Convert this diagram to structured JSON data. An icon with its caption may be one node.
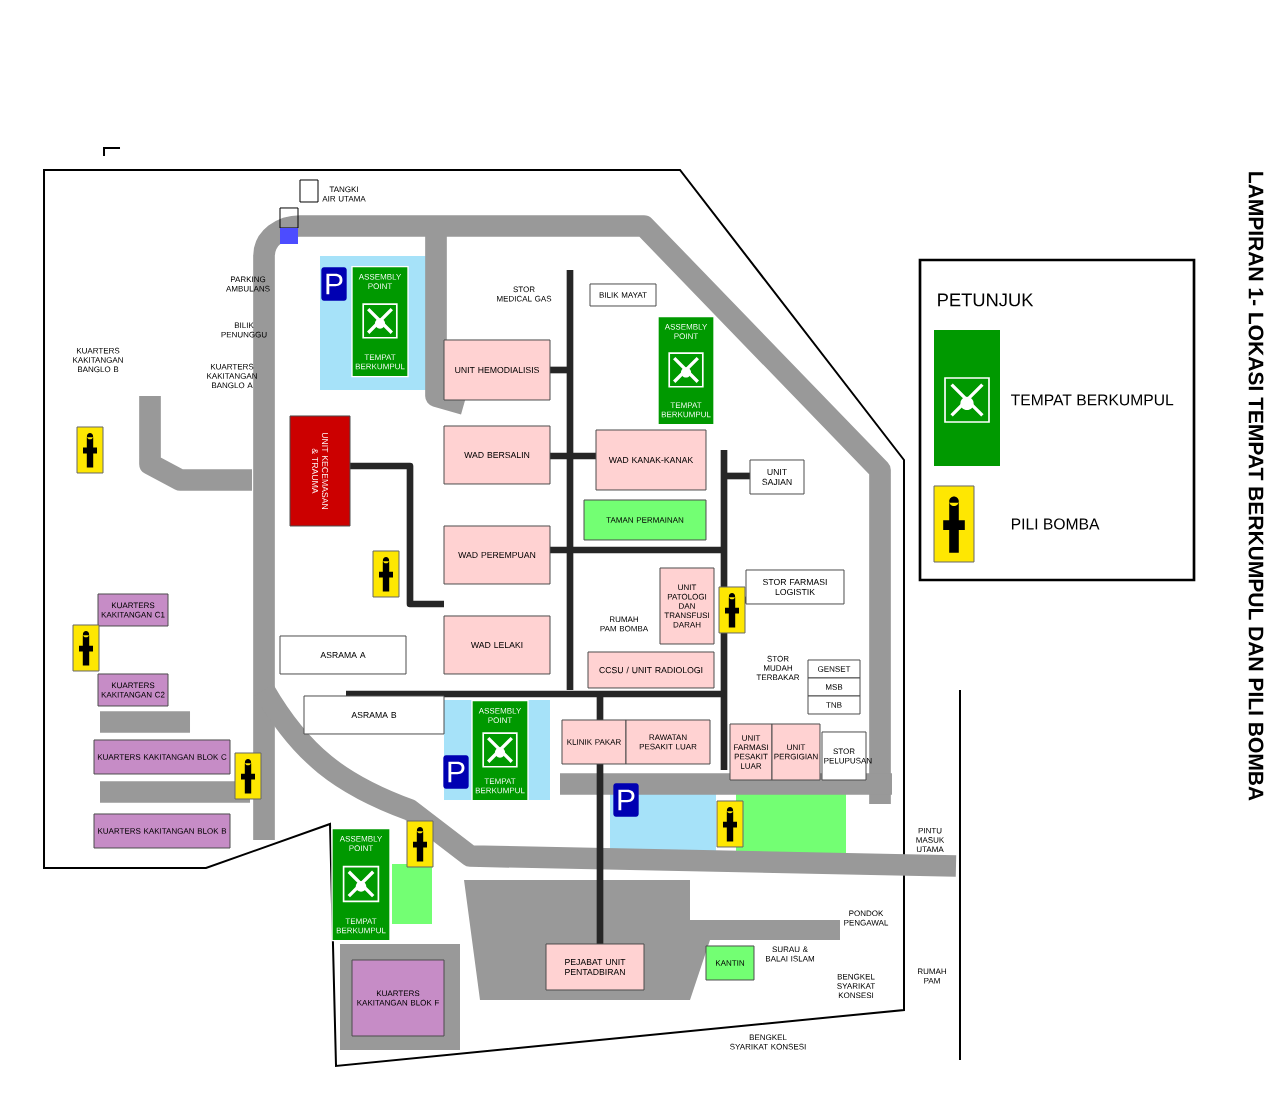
{
  "diagram": {
    "title": "LAMPIRAN 1- LOKASI TEMPAT BERKUMPUL DAN PILI BOMBA",
    "nodes": [
      {
        "text": [
          "ASSEMBLY POINT",
          "TEMPAT BERKUMPUL"
        ]
      },
      {
        "text": [
          "BILIK MAYAT"
        ]
      },
      {
        "text": [
          "UNIT HEMODIALISIS"
        ]
      },
      {
        "text": [
          "ASSEMBLY POINT",
          "TEMPAT BERKUMPUL"
        ]
      },
      {
        "text": [
          "UNIT KECEMASAN & TRAUMA"
        ]
      },
      {
        "text": [
          "WAD BERSALIN"
        ]
      },
      {
        "text": [
          "WAD KANAK-KANAK"
        ]
      },
      {
        "text": [
          "UNIT SAJIAN"
        ]
      },
      {
        "text": [
          "TAMAN PERMAINAN"
        ]
      },
      {
        "text": [
          "WAD PEREMPUAN"
        ]
      },
      {
        "text": [
          "STOR FARMASI LOGISTIK"
        ]
      },
      {
        "text": [
          "UNIT PATOLOGI DAN TRANSFUSI DARAH"
        ]
      },
      {
        "text": [
          "WAD LELAKI"
        ]
      },
      {
        "text": [
          "ASRAMA A"
        ]
      },
      {
        "text": [
          "CCSU / UNIT RADIOLOGI"
        ]
      },
      {
        "text": [
          "GENSET"
        ]
      },
      {
        "text": [
          "MSB"
        ]
      },
      {
        "text": [
          "TNB"
        ]
      },
      {
        "text": [
          "ASRAMA B"
        ]
      },
      {
        "text": [
          "ASSEMBLY POINT",
          "TEMPAT BERKUMPUL"
        ]
      },
      {
        "text": [
          "KLINIK PAKAR"
        ]
      },
      {
        "text": [
          "RAWATAN PESAKIT LUAR"
        ]
      },
      {
        "text": [
          "UNIT FARMASI PESAKIT LUAR"
        ]
      },
      {
        "text": [
          "UNIT PERGIGIAN"
        ]
      },
      {
        "text": [
          "STOR PELUPUSAN"
        ]
      },
      {
        "text": [
          "KUARTERS KAKITANGAN C1"
        ]
      },
      {
        "text": [
          "KUARTERS KAKITANGAN C2"
        ]
      },
      {
        "text": [
          "KUARTERS KAKITANGAN BLOK C"
        ]
      },
      {
        "text": [
          "KUARTERS KAKITANGAN BLOK B"
        ]
      },
      {
        "text": [
          "ASSEMBLY POINT",
          "TEMPAT BERKUMPUL"
        ]
      },
      {
        "text": [
          "PEJABAT UNIT PENTADBIRAN"
        ]
      },
      {
        "text": [
          "KANTIN"
        ]
      },
      {
        "text": [
          "KUARTERS KAKITANGAN BLOK F"
        ]
      }
    ],
    "labels": [
      "TANGKI AIR UTAMA",
      "PARKING AMBULANS",
      "BILIK PENUNGGU",
      "KUARTERS KAKITANGAN BANGLO B",
      "KUARTERS KAKITANGAN BANGLO A",
      "STOR MEDICAL GAS",
      "RUMAH PAM BOMBA",
      "STOR MUDAH TERBAKAR",
      "PINTU MASUK UTAMA",
      "PONDOK PENGAWAL",
      "SURAU & BALAI ISLAM",
      "BENGKEL SYARIKAT KONSESI",
      "RUMAH PAM",
      "BENGKEL SYARIKAT KONSESI",
      "P",
      "P",
      "P",
      "PETUNJUK"
    ],
    "legend": [
      {
        "text": "TEMPAT BERKUMPUL"
      },
      {
        "text": "PILI BOMBA"
      }
    ]
  }
}
